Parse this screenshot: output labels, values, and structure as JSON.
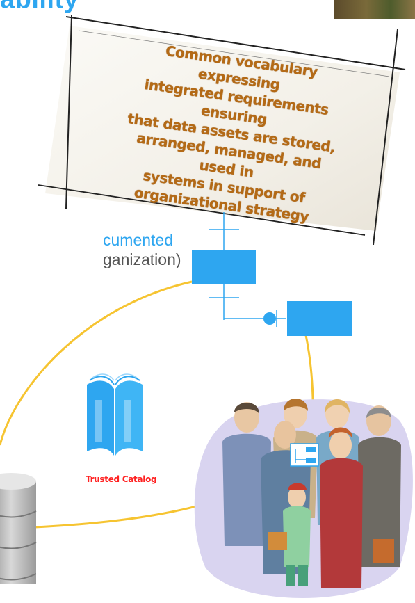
{
  "title": "ability",
  "callout": {
    "lines": [
      "Common vocabulary expressing",
      "integrated requirements ensuring",
      "that data assets are stored,",
      "arranged, managed, and used in",
      "systems in support of",
      "organizational strategy"
    ]
  },
  "left_text": {
    "line1": "cumented",
    "line2": "ganization)"
  },
  "catalog": {
    "label": "Trusted Catalog"
  },
  "colors": {
    "accent_blue": "#2ea6f0",
    "callout_text": "#b46a16",
    "connector_yellow": "#f6c431",
    "catalog_label": "#ff2222",
    "text_gray": "#555555"
  },
  "icons": [
    "book-icon",
    "database-icon",
    "people-clipart",
    "diagram-nodes"
  ]
}
